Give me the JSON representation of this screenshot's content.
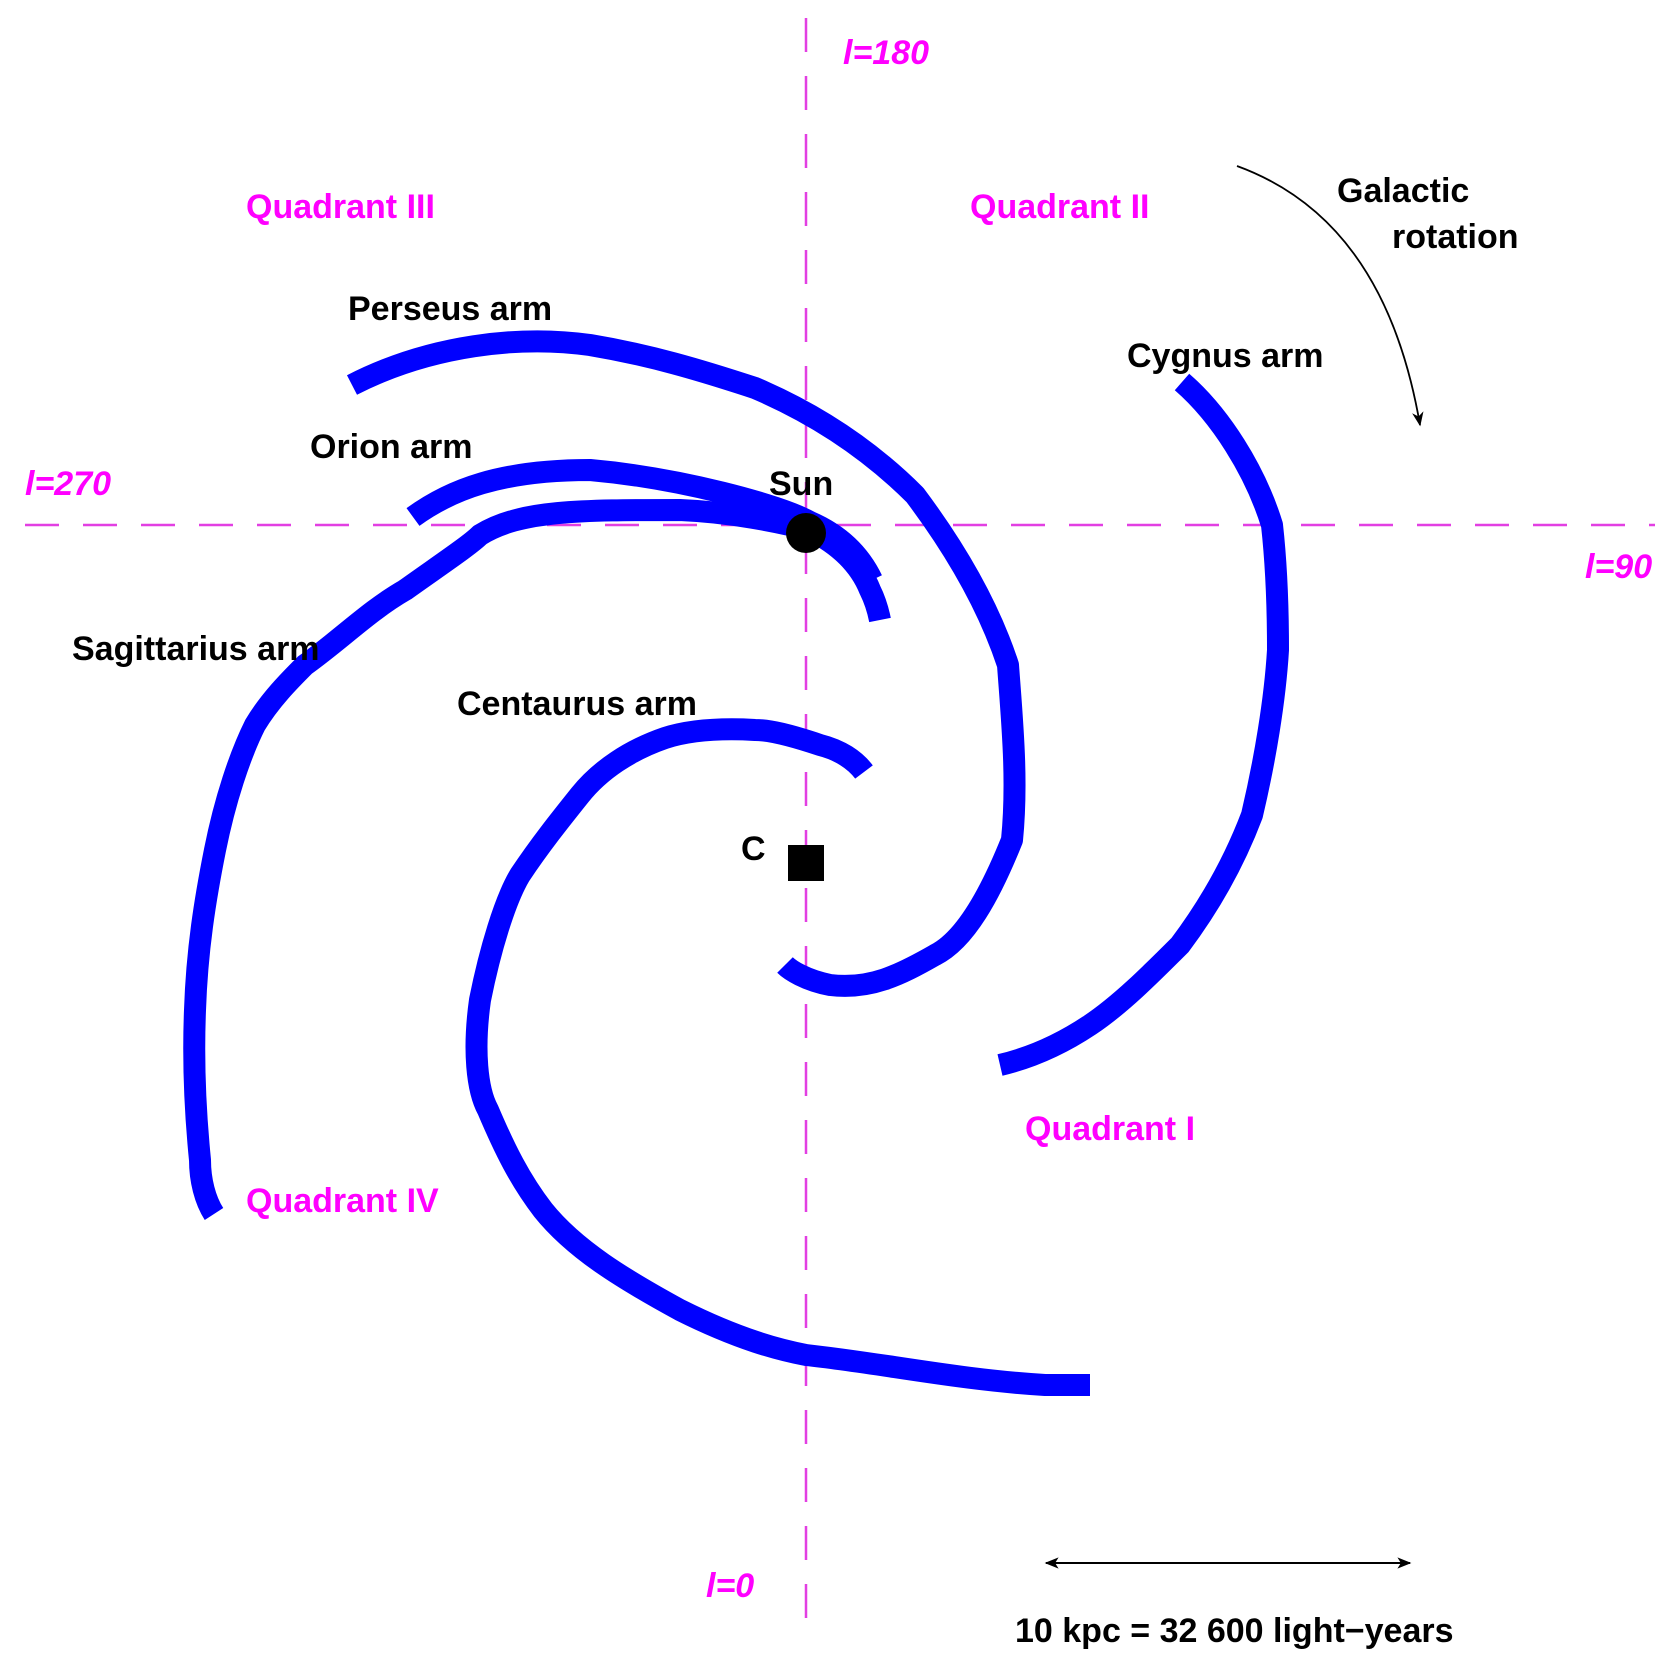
{
  "axes": {
    "l_180": "l=180",
    "l_270": "l=270",
    "l_90": "l=90",
    "l_0": "l=0"
  },
  "quadrants": {
    "q1": "Quadrant I",
    "q2": "Quadrant II",
    "q3": "Quadrant III",
    "q4": "Quadrant IV"
  },
  "arms": {
    "perseus": "Perseus arm",
    "orion": "Orion arm",
    "sagittarius": "Sagittarius arm",
    "centaurus": "Centaurus arm",
    "cygnus": "Cygnus arm"
  },
  "markers": {
    "sun": "Sun",
    "center": "C"
  },
  "rotation": {
    "line1": "Galactic",
    "line2": "rotation"
  },
  "scale": {
    "text": "10 kpc = 32 600 light−years"
  },
  "colors": {
    "arm": "#0000ff",
    "axis_label": "#ff00ff",
    "text": "#000000"
  }
}
